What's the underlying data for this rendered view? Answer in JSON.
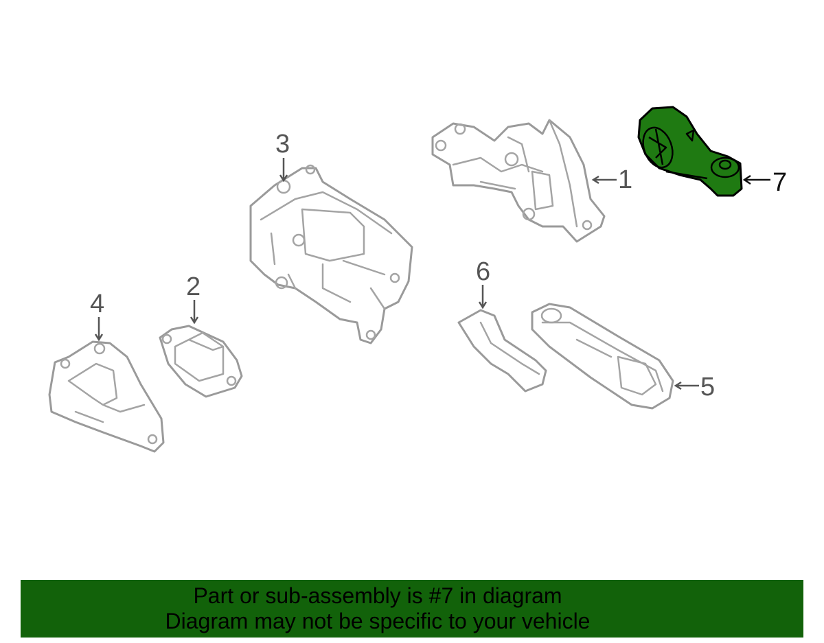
{
  "diagram": {
    "callouts": [
      {
        "number": "1"
      },
      {
        "number": "2"
      },
      {
        "number": "3"
      },
      {
        "number": "4"
      },
      {
        "number": "5"
      },
      {
        "number": "6"
      },
      {
        "number": "7"
      }
    ],
    "selected_part": "7",
    "highlight_color": "#1f7a12",
    "outline_color": "#9a9a9a"
  },
  "banner": {
    "line1": "Part or sub-assembly is #7 in diagram",
    "line2": "Diagram may not be specific to your vehicle",
    "background_color": "#12620a"
  }
}
